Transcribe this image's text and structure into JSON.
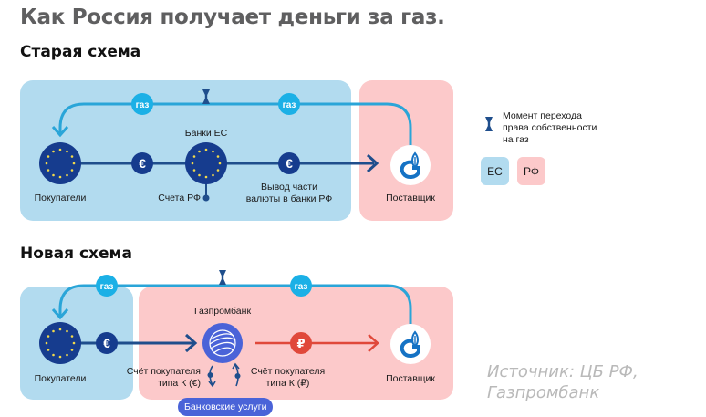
{
  "title": "Как Россия получает деньги за газ.",
  "colors": {
    "eu_zone": "#b2dbef",
    "rf_zone": "#fcc9ca",
    "gas_line": "#2aa5d8",
    "gas_badge": "#1bb0e6",
    "money_line": "#1f4e8c",
    "eu_flag": "#163c8e",
    "gazprombank": "#4a63d8",
    "ruble": "#e0483a",
    "legend_marker": "#1f4e8c"
  },
  "old_scheme": {
    "heading": "Старая схема",
    "gas_badges": [
      "газ",
      "газ"
    ],
    "buyers_label": "Покупатели",
    "eu_banks_label": "Банки ЕС",
    "rf_accounts_label": "Счета РФ",
    "currency_symbol": "€",
    "withdrawal_label_line1": "Вывод части",
    "withdrawal_label_line2": "валюты в банки РФ",
    "supplier_label": "Поставщик"
  },
  "new_scheme": {
    "heading": "Новая схема",
    "gas_badges": [
      "газ",
      "газ"
    ],
    "buyers_label": "Покупатели",
    "bank_label": "Газпромбанк",
    "euro_symbol": "€",
    "ruble_symbol": "₽",
    "account_eur_line1": "Счёт покупателя",
    "account_eur_line2": "типа К (€)",
    "account_rub_line1": "Счёт покупателя",
    "account_rub_line2": "типа К (₽)",
    "bank_services": "Банковские услуги",
    "supplier_label": "Поставщик"
  },
  "legend": {
    "ownership_line1": "Момент перехода",
    "ownership_line2": "права собственности",
    "ownership_line3": "на газ",
    "eu_chip": "ЕС",
    "rf_chip": "РФ"
  },
  "source": {
    "line1": "Источник: ЦБ РФ,",
    "line2": "Газпромбанк"
  }
}
